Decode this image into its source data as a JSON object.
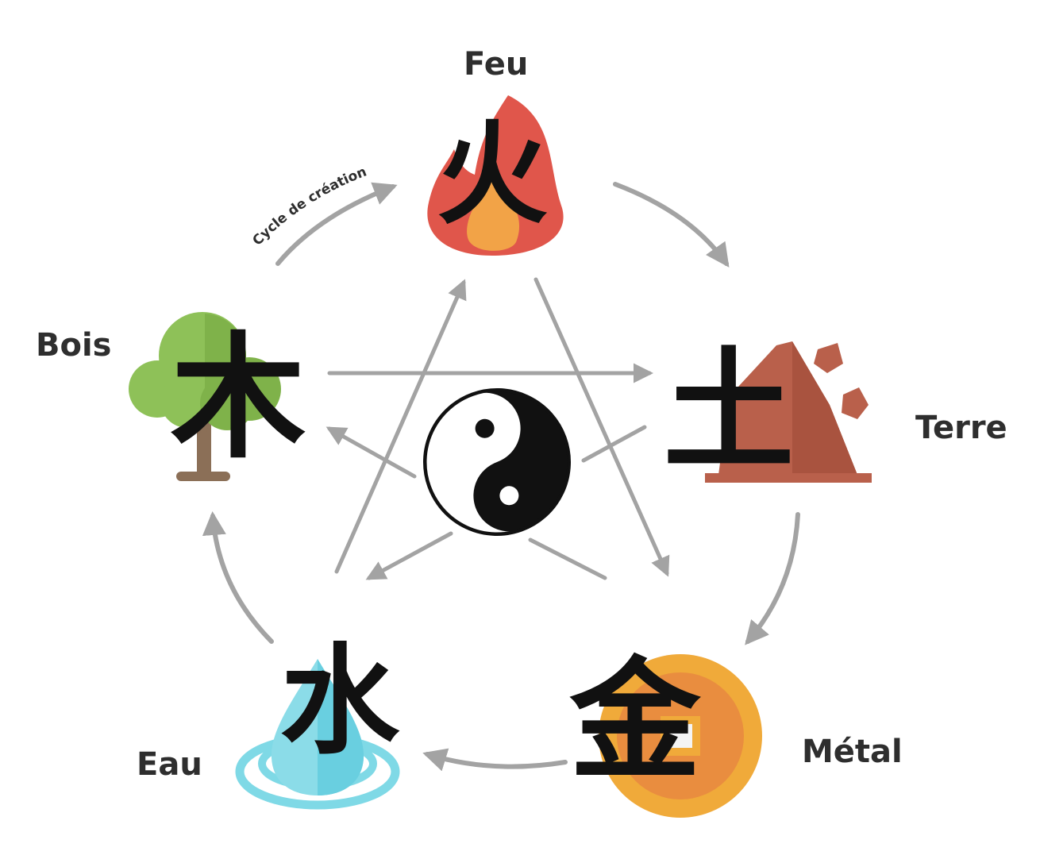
{
  "elements": {
    "fire": {
      "name": "Feu",
      "glyph": "火",
      "icon": "flame-icon"
    },
    "earth": {
      "name": "Terre",
      "glyph": "土",
      "icon": "rock-icon"
    },
    "metal": {
      "name": "Métal",
      "glyph": "金",
      "icon": "coin-icon"
    },
    "water": {
      "name": "Eau",
      "glyph": "水",
      "icon": "water-drop-icon"
    },
    "wood": {
      "name": "Bois",
      "glyph": "木",
      "icon": "tree-icon"
    }
  },
  "creation_cycle_label": "Cycle de création",
  "center_icon": "yin-yang-icon",
  "colors": {
    "arrow": "#a3a3a3",
    "fire": "#e0564b",
    "fire_core": "#f2a347",
    "earth": "#b9604b",
    "metal": "#f0aa3a",
    "water": "#7fd9e6",
    "wood": "#8ec158",
    "trunk": "#8b6f57",
    "text": "#2e2e2e"
  }
}
